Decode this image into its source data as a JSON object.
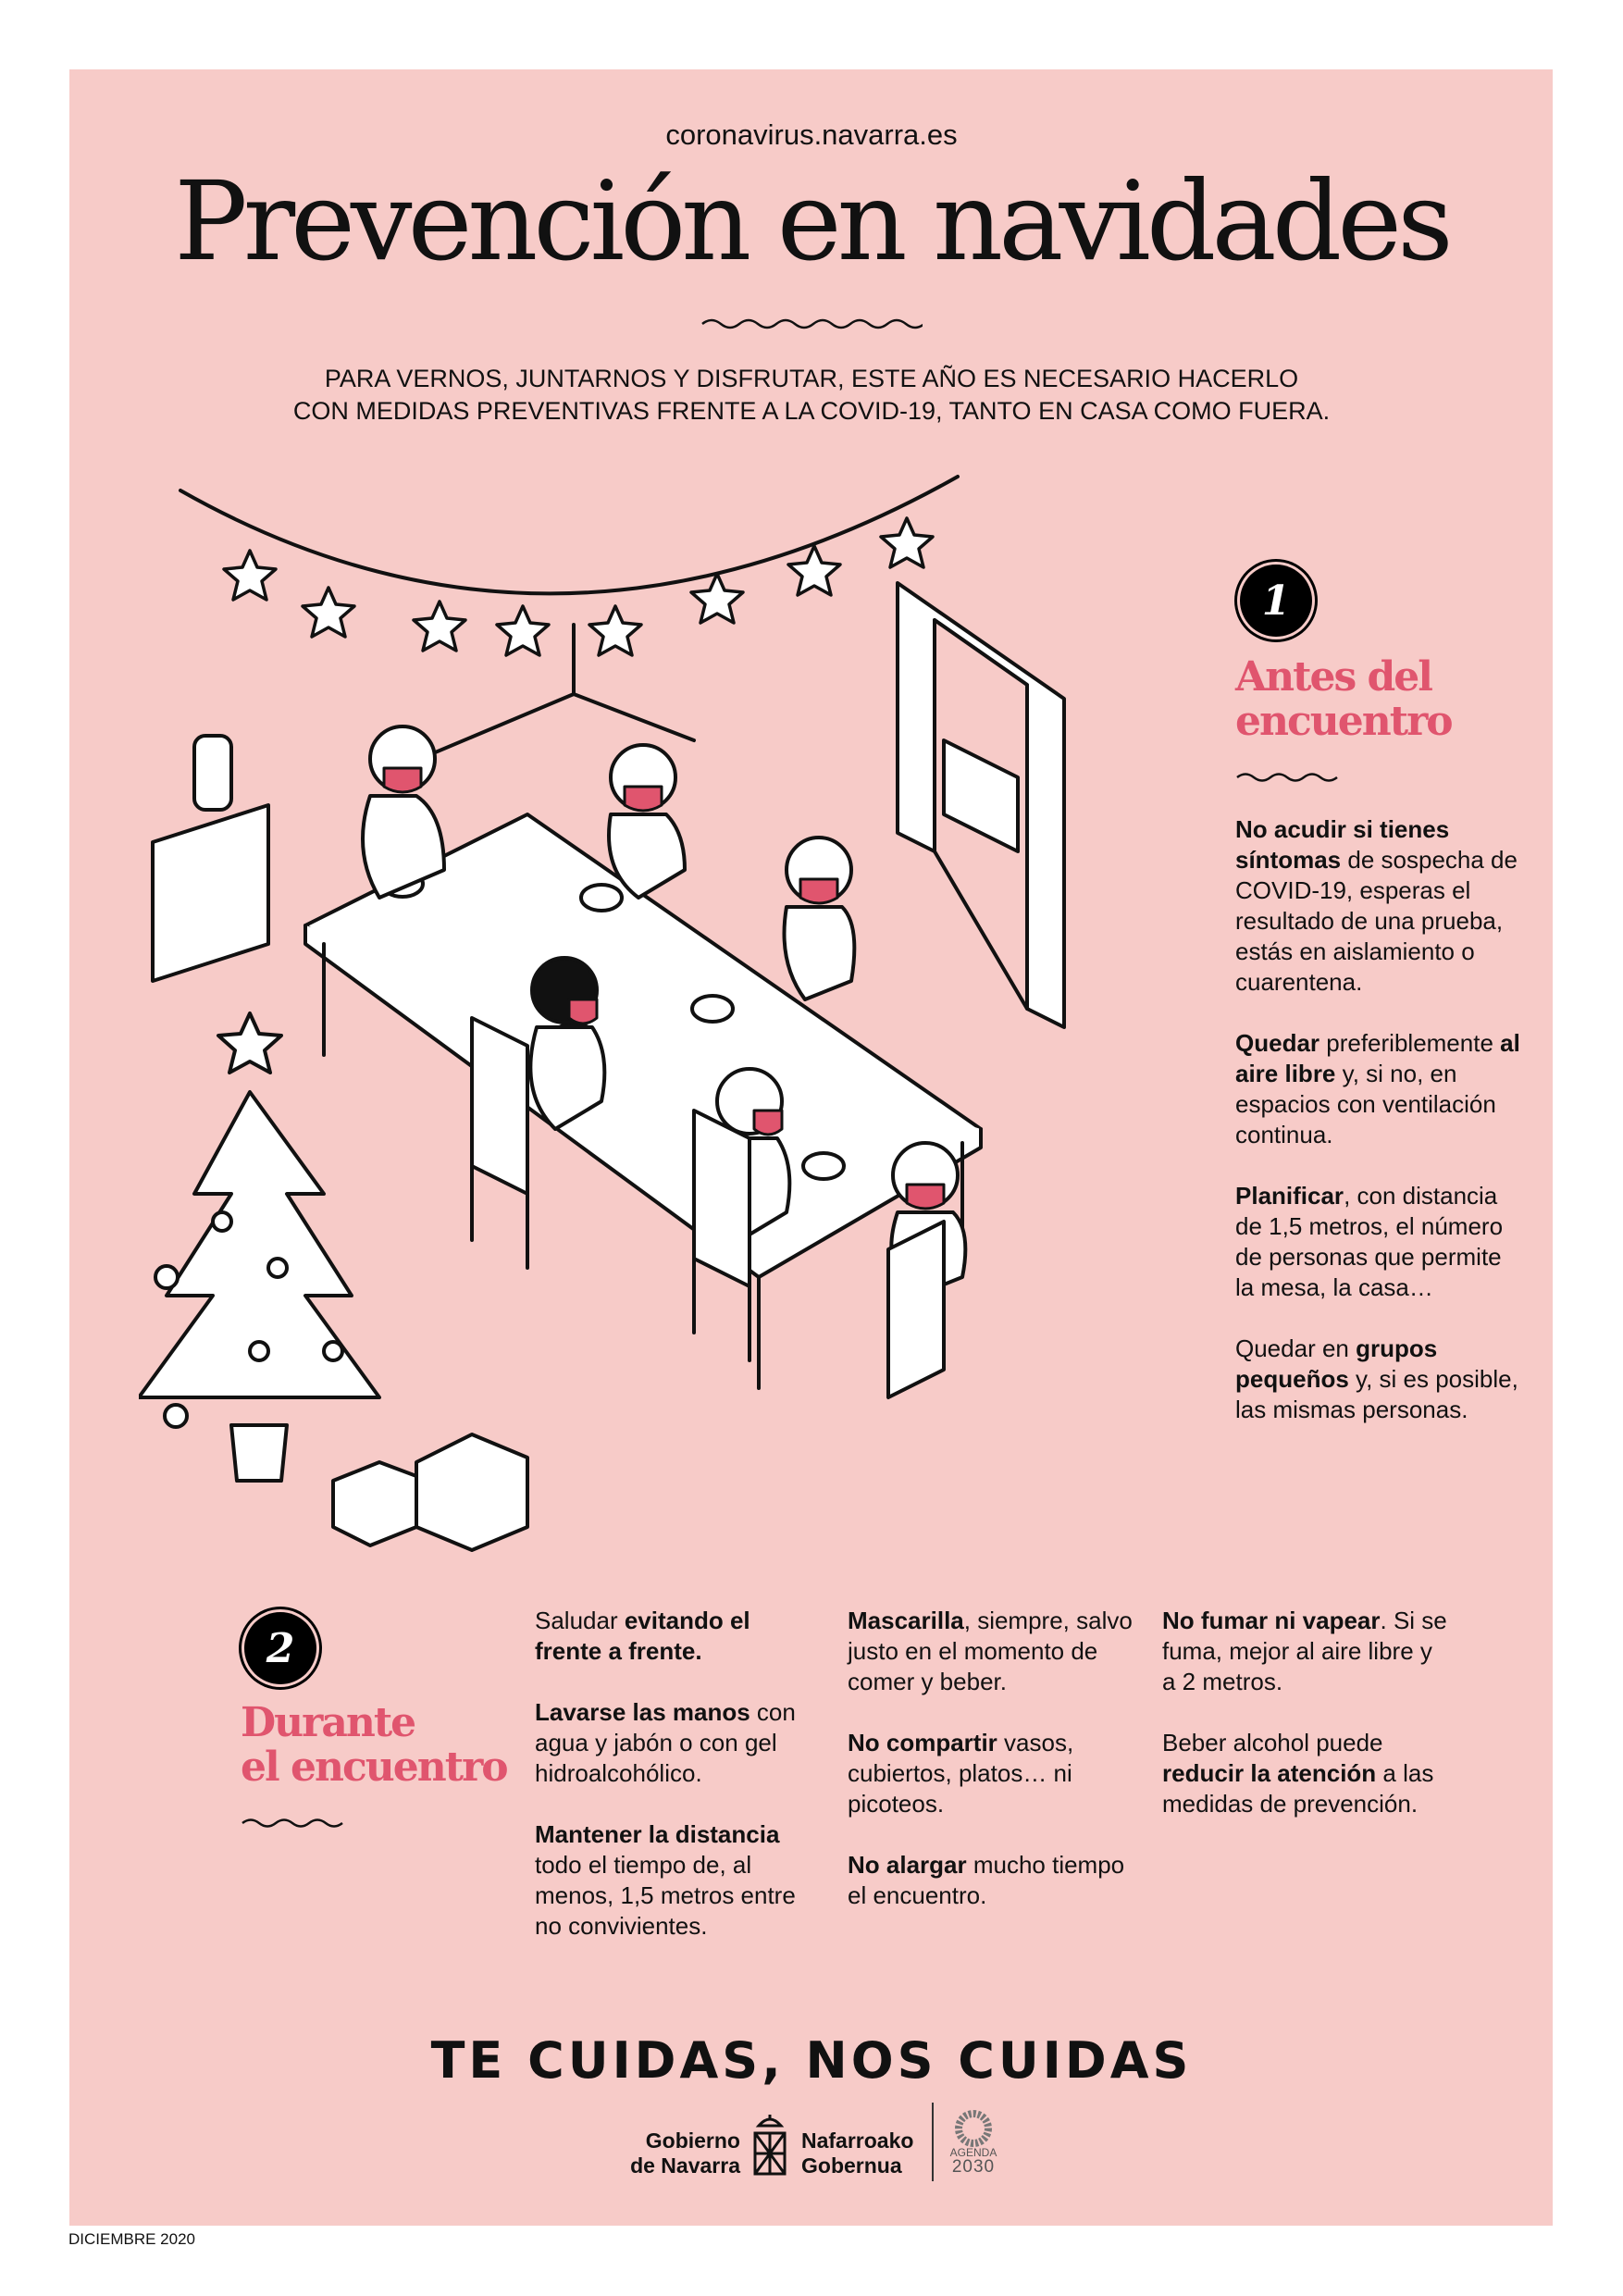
{
  "header": {
    "url": "coronavirus.navarra.es",
    "title": "Prevención en navidades",
    "subtitle_lines": [
      "Para vernos, juntarnos y disfrutar, este año es necesario hacerlo",
      "con medidas preventivas frente a la COVID-19, tanto en casa como fuera."
    ]
  },
  "colors": {
    "background": "#f7cbc8",
    "accent": "#e0556e"
  },
  "section1": {
    "number": "1",
    "title_lines": [
      "Antes del",
      "encuentro"
    ],
    "paragraphs": [
      [
        {
          "b": true,
          "t": "No acudir si tienes síntomas"
        },
        {
          "b": false,
          "t": " de sospecha de COVID-19, esperas el resultado de una prueba, estás en aislamiento o cuarentena."
        }
      ],
      [
        {
          "b": true,
          "t": "Quedar"
        },
        {
          "b": false,
          "t": " preferiblemente "
        },
        {
          "b": true,
          "t": "al aire libre"
        },
        {
          "b": false,
          "t": " y, si no, en espacios con ventilación continua."
        }
      ],
      [
        {
          "b": true,
          "t": "Planificar"
        },
        {
          "b": false,
          "t": ", con distancia de 1,5 metros, el número de personas que permite la mesa, la casa…"
        }
      ],
      [
        {
          "b": false,
          "t": "Quedar en "
        },
        {
          "b": true,
          "t": "grupos pequeños"
        },
        {
          "b": false,
          "t": " y, si es posible, las mismas personas."
        }
      ]
    ]
  },
  "section2": {
    "number": "2",
    "title_lines": [
      "Durante",
      "el encuentro"
    ],
    "columns": [
      [
        [
          {
            "b": false,
            "t": "Saludar "
          },
          {
            "b": true,
            "t": "evitando el frente a frente."
          }
        ],
        [
          {
            "b": true,
            "t": "Lavarse las manos"
          },
          {
            "b": false,
            "t": " con agua y jabón o con gel hidroalcohólico."
          }
        ],
        [
          {
            "b": true,
            "t": "Mantener la distancia"
          },
          {
            "b": false,
            "t": " todo el tiempo de, al menos, 1,5 metros entre no convivientes."
          }
        ]
      ],
      [
        [
          {
            "b": true,
            "t": "Mascarilla"
          },
          {
            "b": false,
            "t": ", siempre, salvo justo en el momento de comer y beber."
          }
        ],
        [
          {
            "b": true,
            "t": "No compartir"
          },
          {
            "b": false,
            "t": " vasos, cubiertos, platos… ni picoteos."
          }
        ],
        [
          {
            "b": true,
            "t": "No alargar"
          },
          {
            "b": false,
            "t": " mucho tiempo el encuentro."
          }
        ]
      ],
      [
        [
          {
            "b": true,
            "t": "No fumar ni vapear"
          },
          {
            "b": false,
            "t": ". Si se fuma, mejor al aire libre y a 2 metros."
          }
        ],
        [
          {
            "b": false,
            "t": "Beber alcohol puede "
          },
          {
            "b": true,
            "t": "reducir la atención"
          },
          {
            "b": false,
            "t": " a las medidas de prevención."
          }
        ]
      ]
    ]
  },
  "footer": {
    "slogan": "TE CUIDAS, NOS CUIDAS",
    "gov_es_lines": [
      "Gobierno",
      "de Navarra"
    ],
    "gov_eu_lines": [
      "Nafarroako",
      "Gobernua"
    ],
    "agenda_lines": [
      "AGENDA",
      "2030"
    ],
    "date": "DICIEMBRE 2020"
  }
}
